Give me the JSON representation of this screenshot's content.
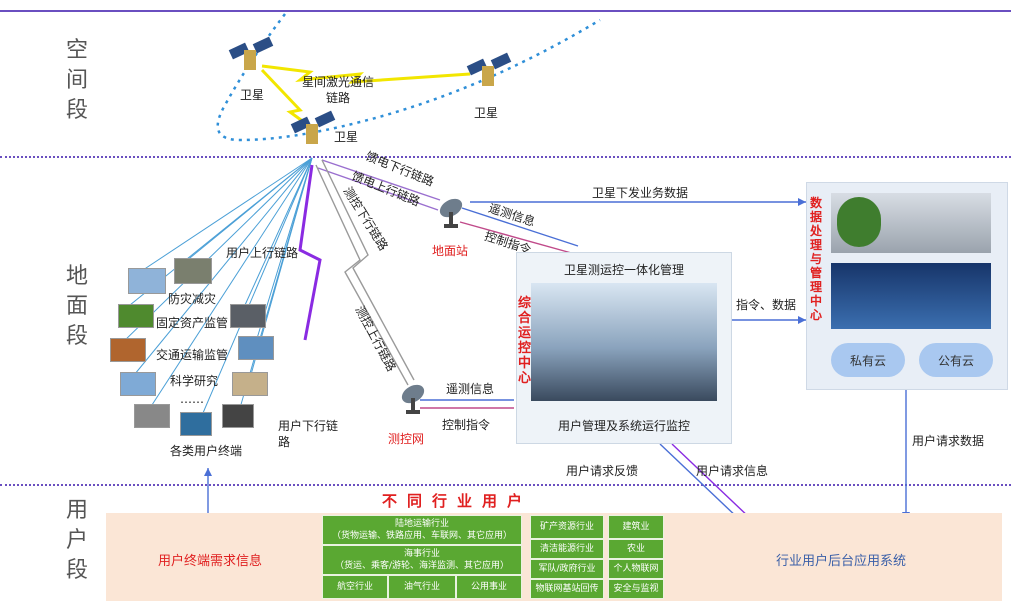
{
  "segments": {
    "space": "空间段",
    "ground": "地面段",
    "user": "用户段"
  },
  "space": {
    "sat_left": "卫星",
    "sat_right": "卫星",
    "sat_bottom": "卫星",
    "laser_link": "星间激光通信链路"
  },
  "ground": {
    "feeder_down": "馈电下行链路",
    "feeder_up": "馈电上行链路",
    "tt_down": "测控下行链路",
    "tt_up": "测控上行链路",
    "user_up": "用户上行链路",
    "user_down": "用户下行链路",
    "ground_station": "地面站",
    "tt_network": "测控网",
    "telemetry_1": "遥测信息",
    "control_1": "控制指令",
    "telemetry_2": "遥测信息",
    "control_2": "控制指令",
    "sat_business_data": "卫星下发业务数据",
    "command_data": "指令、数据",
    "ops_title": "卫星测运控一体化管理",
    "ops_bottom": "用户管理及系统运行监控",
    "ops_center_vertical": "综合运控中心",
    "dc_vertical": "数据处理与管理中心",
    "private_cloud": "私有云",
    "public_cloud": "公有云",
    "apps": [
      "防灾减灾",
      "固定资产监管",
      "交通运输监管",
      "科学研究",
      "……"
    ],
    "terminals": "各类用户终端",
    "user_request_data": "用户请求数据",
    "user_request_feedback": "用户请求反馈",
    "user_request_info": "用户请求信息"
  },
  "user_segment": {
    "terminal_demand": "用户终端需求信息",
    "sector_title": "不同行业用户",
    "backend": "行业用户后台应用系统",
    "land_title": "陆地运输行业",
    "land_sub": "（货物运输、铁路应用、车联网、其它应用）",
    "sea_title": "海事行业",
    "sea_sub": "（货运、乘客/游轮、海洋监测、其它应用）",
    "aviation": "航空行业",
    "oil_gas": "油气行业",
    "utilities": "公用事业",
    "mining": "矿产资源行业",
    "clean_energy": "清洁能源行业",
    "military": "军队/政府行业",
    "iot_backhaul": "物联网基站回传",
    "construction": "建筑业",
    "agriculture": "农业",
    "personal_iot": "个人物联网",
    "safety": "安全与监视"
  },
  "colors": {
    "divider": "#6a4fc0",
    "red_text": "#e02020",
    "green_cell": "#5aa832",
    "band": "#fbe6d6",
    "laser": "#f2e600",
    "link_lines": "#4a9fd6",
    "orbit": "#2f8fd8"
  }
}
